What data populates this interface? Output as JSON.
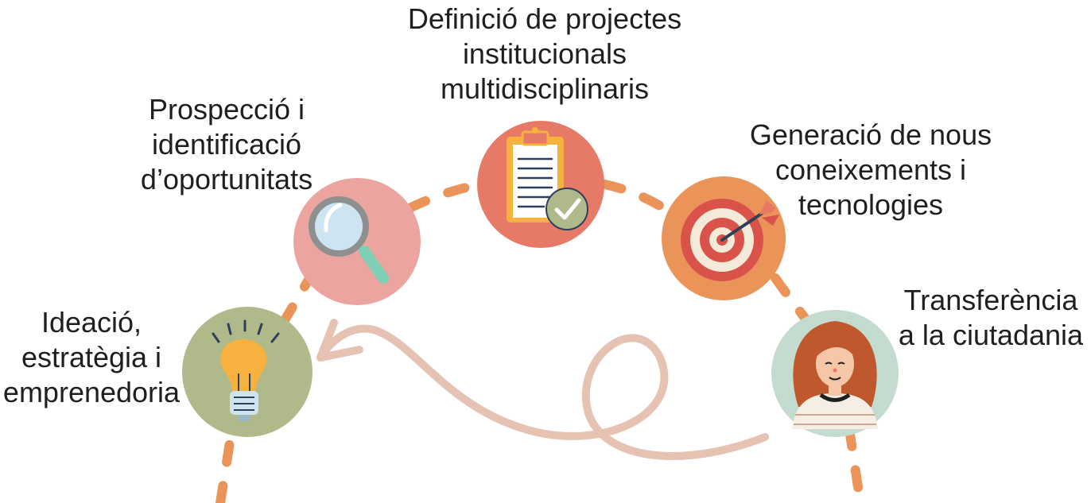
{
  "steps": [
    {
      "id": "ideation",
      "icon": "lightbulb-icon",
      "color": "#afb98a",
      "lines": [
        "Ideació,",
        "estratègia i",
        "emprenedoria"
      ]
    },
    {
      "id": "prospecting",
      "icon": "magnifying-glass-icon",
      "color": "#eba4a0",
      "lines": [
        "Prospecció i",
        "identificació",
        "d’oportunitats"
      ]
    },
    {
      "id": "projects",
      "icon": "clipboard-check-icon",
      "color": "#e77a66",
      "lines": [
        "Definició de projectes",
        "institucionals",
        "multidisciplinaris"
      ]
    },
    {
      "id": "knowledge",
      "icon": "target-arrow-icon",
      "color": "#eb9459",
      "lines": [
        "Generació de nous",
        "coneixements i",
        "tecnologies"
      ]
    },
    {
      "id": "transfer",
      "icon": "person-icon",
      "color": "#c4dbd0",
      "lines": [
        "Transferència",
        "a la ciutadania"
      ]
    }
  ],
  "colors": {
    "dash": "#eb9459",
    "swirl": "#e6c2b3",
    "text": "#1f1f1f"
  }
}
